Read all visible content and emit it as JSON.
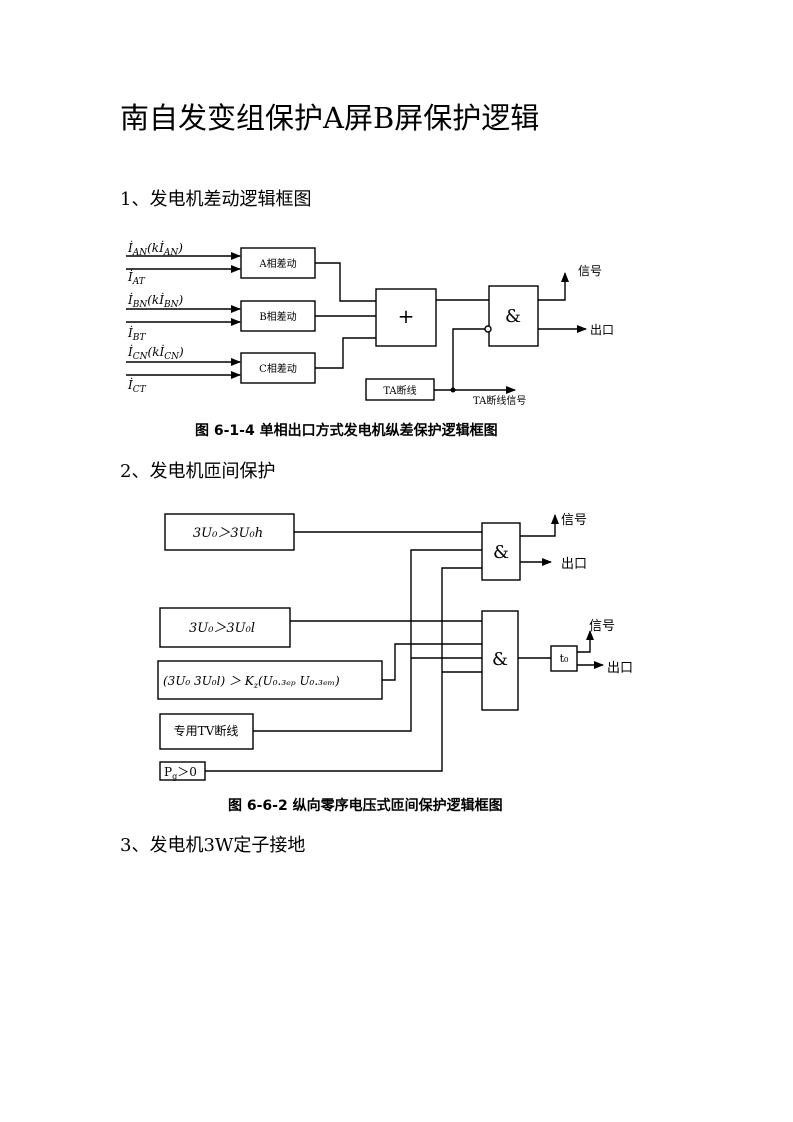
{
  "title": "南自发变组保护A屏B屏保护逻辑",
  "sections": [
    {
      "heading": "1、发电机差动逻辑框图"
    },
    {
      "heading": "2、发电机匝间保护"
    },
    {
      "heading": "3、发电机3W定子接地"
    }
  ],
  "fig1": {
    "caption": "图 6-1-4 单相出口方式发电机纵差保护逻辑框图",
    "inputs": {
      "a_n": {
        "main": "İ",
        "sub": "AN",
        "extra": "(kİ",
        "extra_sub": "AN",
        "close": ")"
      },
      "a_t": {
        "main": "İ",
        "sub": "AT"
      },
      "b_n": {
        "main": "İ",
        "sub": "BN",
        "extra": "(kİ",
        "extra_sub": "BN",
        "close": ")"
      },
      "b_t": {
        "main": "İ",
        "sub": "BT"
      },
      "c_n": {
        "main": "İ",
        "sub": "CN",
        "extra": "(kİ",
        "extra_sub": "CN",
        "close": ")"
      },
      "c_t": {
        "main": "İ",
        "sub": "CT"
      }
    },
    "blocks": {
      "a_diff": "A相差动",
      "b_diff": "B相差动",
      "c_diff": "C相差动",
      "or_gate": "+",
      "and_gate": "&",
      "ta_break": "TA断线"
    },
    "outputs": {
      "signal": "信号",
      "trip": "出口",
      "ta_signal": "TA断线信号"
    }
  },
  "fig2": {
    "caption": "图 6-6-2 纵向零序电压式匝间保护逻辑框图",
    "blocks": {
      "cond1": "3U₀＞3U₀h",
      "cond2": "3U₀＞3U₀l",
      "cond3_left": "(3U₀  3U₀l) ＞ K",
      "cond3_k_sub": "z",
      "cond3_right": "(U₀.₃ₑₚ  U₀.₃ₑₘ)",
      "tv_break": "专用TV断线",
      "pg": "P",
      "pg_sub": "g",
      "pg_rest": "＞0",
      "and1": "&",
      "and2": "&",
      "timer": "t₀"
    },
    "outputs": {
      "signal1": "信号",
      "trip1": "出口",
      "signal2": "信号",
      "trip2": "出口"
    }
  }
}
